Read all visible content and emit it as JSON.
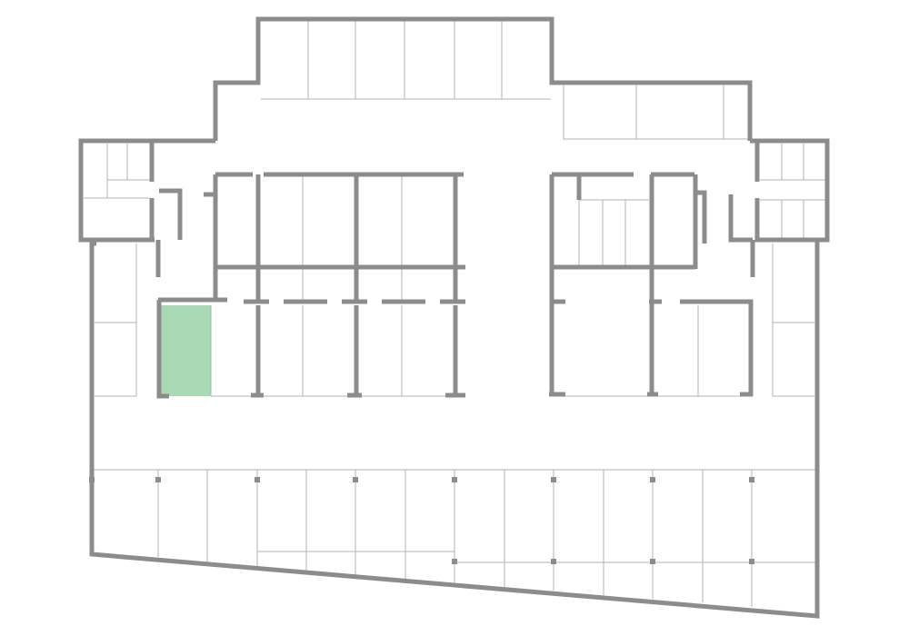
{
  "colors": {
    "wall": "#8c8c8c",
    "divider": "#b3b3b3",
    "highlight": "#a8d9b4",
    "background": "#ffffff"
  },
  "highlighted_space": "space-upper-left-1",
  "spaces": [
    {
      "id": "space-top-1"
    },
    {
      "id": "space-top-2"
    },
    {
      "id": "space-top-3"
    },
    {
      "id": "space-top-4"
    },
    {
      "id": "space-top-5"
    },
    {
      "id": "space-top-6"
    },
    {
      "id": "space-upper-left-1"
    },
    {
      "id": "space-upper-left-2"
    },
    {
      "id": "space-lower-row-1"
    },
    {
      "id": "space-lower-row-2"
    }
  ]
}
